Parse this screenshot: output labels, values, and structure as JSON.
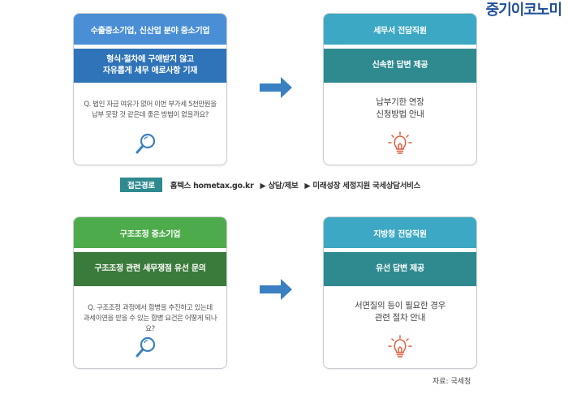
{
  "brand": "중기이코노미",
  "colors": {
    "blue_head": "#4a8fd6",
    "blue_sub": "#2f73b8",
    "teal_head": "#3ca8c3",
    "teal_sub": "#2e8a8f",
    "green_head": "#4eab4b",
    "green_sub": "#3a7a3a",
    "icon_accent": "#e35c3c",
    "arrow": "#3a80c2"
  },
  "top_row": {
    "left_card": {
      "header": "수출중소기업, 신산업 분야 중소기업",
      "sub_line1": "형식·절차에 구애받지 않고",
      "sub_line2": "자유롭게 세무 애로사항 기재",
      "question_line1": "Q.  법인 자금 여유가 없어 이번 부가세 5천만원을",
      "question_line2": "납부 못할 것 같은데 좋은 방법이 없을까요?",
      "icon": "magnifier-icon"
    },
    "right_card": {
      "header": "세무서 전담직원",
      "sub": "신속한 답변 제공",
      "answer_line1": "납부기한 연장",
      "answer_line2": "신청방법 안내",
      "icon": "lightbulb-icon"
    }
  },
  "route": {
    "tag": "접근경로",
    "step1": "홈텍스 hometax.go.kr",
    "step2": "▶ 상담/제보",
    "step3": "▶ 미래성장 세정지원 국세상담서비스"
  },
  "bottom_row": {
    "left_card": {
      "header": "구조조정 중소기업",
      "sub": "구조조정 관련 세무쟁점 유선 문의",
      "question_line1": "Q.  구조조정 과정에서 합병을 추진하고 있는데",
      "question_line2": "과세이연을 받을 수 있는 합병 요건은 어떻게 되나요?",
      "icon": "magnifier-icon"
    },
    "right_card": {
      "header": "지방청 전담직원",
      "sub": "유선 답변 제공",
      "answer_line1": "서면질의 등이 필요한 경우",
      "answer_line2": "관련 절차 안내",
      "icon": "lightbulb-icon"
    }
  },
  "source": "자료: 국세청"
}
